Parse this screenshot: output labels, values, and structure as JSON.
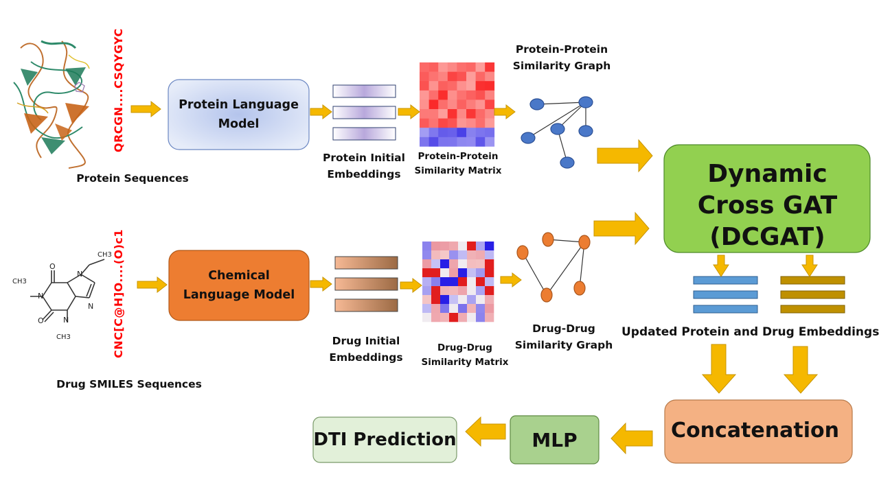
{
  "protein": {
    "sequence_label": "Protein Sequences",
    "sequence_text": "QRCGN....CSQYGYC",
    "model_label": "Protein Language Model",
    "embeddings_label": "Protein Initial Embeddings",
    "matrix_label": "Protein-Protein Similarity Matrix",
    "graph_label": "Protein-Protein Similarity Graph"
  },
  "drug": {
    "sequence_label": "Drug SMILES Sequences",
    "sequence_text": "CNC[C@H]O....(O)c1",
    "model_label": "Chemical Language Model",
    "embeddings_label": "Drug Initial Embeddings",
    "matrix_label": "Drug-Drug Similarity Matrix",
    "graph_label": "Drug-Drug Similarity Graph"
  },
  "dcgat": {
    "label": "Dynamic Cross GAT (DCGAT)"
  },
  "updated_label": "Updated Protein and Drug Embeddings",
  "concat_label": "Concatenation",
  "mlp_label": "MLP",
  "dti_label": "DTI Prediction",
  "molecule_atoms": {
    "o": "O",
    "n": "N",
    "me": "CH3"
  },
  "colors": {
    "arrow": "#f5b800",
    "arrow_stroke": "#c89400",
    "protein_node": "#4a78c8",
    "drug_node": "#ec7d31",
    "dcgat_fill": "#92d050",
    "concat_fill": "#f4b183",
    "mlp_fill": "#a9d18e",
    "dti_fill": "#e2f0d9",
    "protein_model_fill": "#dae3f3",
    "drug_model_fill": "#ed7d31",
    "protein_embed": "#5b9bd5",
    "drug_embed": "#bf9000",
    "sequence_text": "#ff0000"
  }
}
